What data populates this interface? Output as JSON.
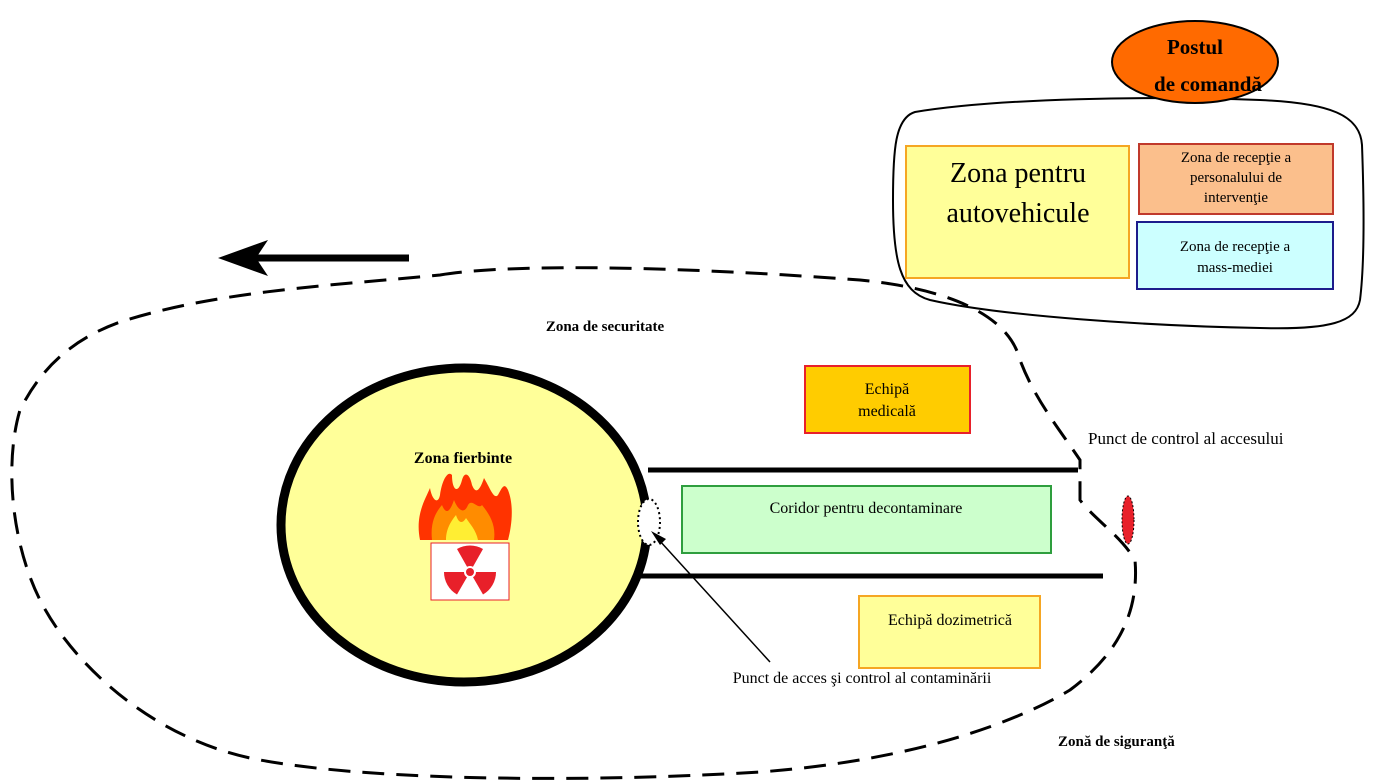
{
  "labels": {
    "command_post_line1": "Postul",
    "command_post_line2": "de comandă",
    "vehicle_zone_line1": "Zona pentru",
    "vehicle_zone_line2": "autovehicule",
    "personnel_reception_line1": "Zona de recepţie a",
    "personnel_reception_line2": "personalului de",
    "personnel_reception_line3": "intervenţie",
    "media_reception_line1": "Zona de recepţie a",
    "media_reception_line2": "mass-mediei",
    "security_zone": "Zona de securitate",
    "hot_zone": "Zona fierbinte",
    "medical_team_line1": "Echipă",
    "medical_team_line2": "medicală",
    "access_control_point": "Punct de control al accesului",
    "decontamination_corridor": "Coridor pentru decontaminare",
    "dosimetry_team": "Echipă dozimetrică",
    "contamination_access_point": "Punct de acces şi control al contaminării",
    "safety_zone": "Zonă de siguranţă"
  },
  "colors": {
    "command_post_fill": "#ff6a00",
    "vehicle_zone_fill": "#ffff99",
    "vehicle_zone_border": "#f5a623",
    "personnel_fill": "#fbbf8c",
    "personnel_border": "#c0392b",
    "media_fill": "#ccffff",
    "media_border": "#1c1c8c",
    "hot_zone_fill": "#ffff99",
    "medical_fill": "#ffcc00",
    "medical_border": "#e8202a",
    "corridor_fill": "#ccffcc",
    "corridor_border": "#2e9e3e",
    "dosimetry_fill": "#ffff99",
    "dosimetry_border": "#f5a623",
    "access_marker": "#e8202a"
  },
  "icons": [
    "wind-direction-arrow-icon",
    "fire-icon",
    "radiation-trefoil-icon"
  ]
}
